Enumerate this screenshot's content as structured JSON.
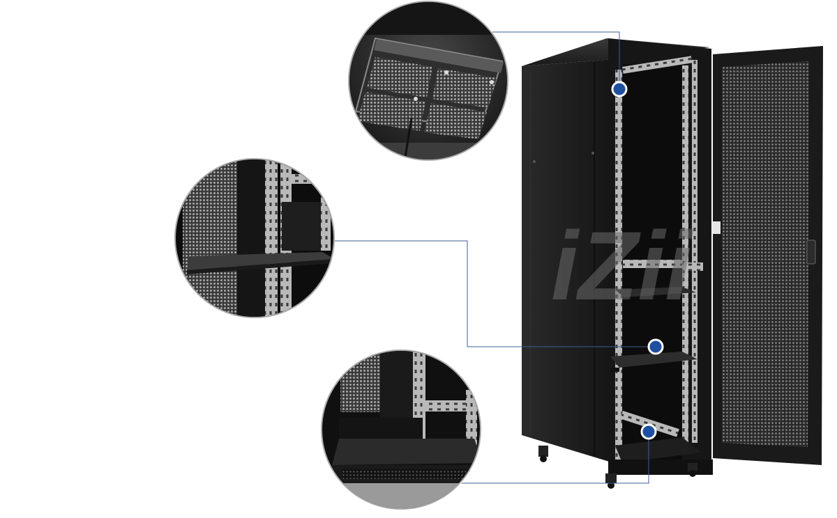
{
  "scene": {
    "background": "#ffffff",
    "accent_color": "#1f4fa0",
    "leader_line_color": "#3b5f95",
    "cabinet_color": "#1c1c1c",
    "watermark_color": "#5a5a5a"
  },
  "logo": {
    "text": "iZii"
  },
  "callouts": [
    {
      "name": "roof-fan-detail",
      "icon": "fan-tray-icon"
    },
    {
      "name": "fixed-shelf-detail",
      "icon": "shelf-icon"
    },
    {
      "name": "base-plinth-detail",
      "icon": "cabinet-base-icon"
    }
  ]
}
